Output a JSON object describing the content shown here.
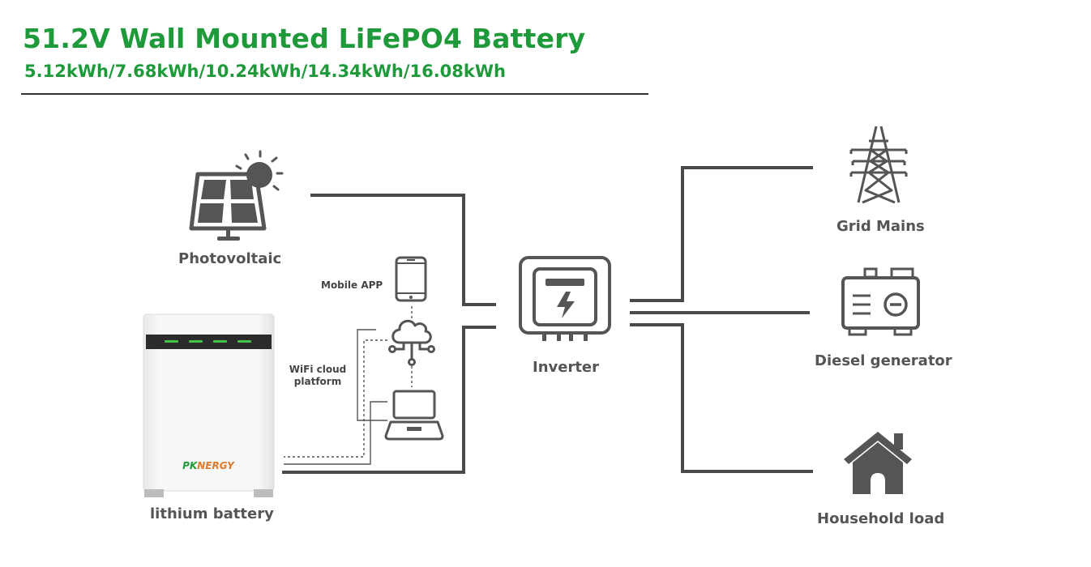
{
  "header": {
    "title": "51.2V Wall Mounted LiFePO4 Battery",
    "subtitle": "5.12kWh/7.68kWh/10.24kWh/14.34kWh/16.08kWh"
  },
  "labels": {
    "photovoltaic": "Photovoltaic",
    "lithium_battery": "lithium battery",
    "mobile_app": "Mobile APP",
    "wifi_cloud_line1": "WiFi cloud",
    "wifi_cloud_line2": "platform",
    "inverter": "Inverter",
    "grid_mains": "Grid Mains",
    "diesel_generator": "Diesel generator",
    "household_load": "Household load"
  },
  "battery": {
    "brand_prefix": "PK",
    "brand_suffix": "NERGY"
  },
  "colors": {
    "title_green": "#1f9a3a",
    "icon_gray": "#555555",
    "line_gray": "#444444",
    "led_green": "#44c24a"
  },
  "icons": [
    "solar-panel-icon",
    "sun-icon",
    "smartphone-icon",
    "cloud-network-icon",
    "laptop-icon",
    "inverter-icon",
    "transmission-tower-icon",
    "diesel-generator-icon",
    "house-icon",
    "battery-cabinet"
  ]
}
